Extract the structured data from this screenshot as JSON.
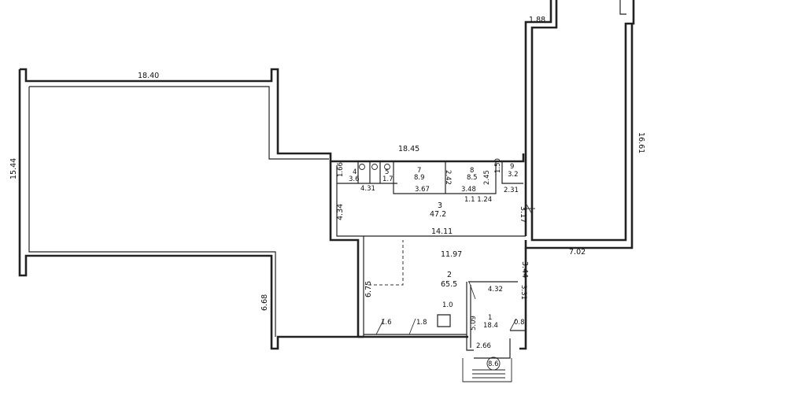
{
  "dimensions": {
    "top_left_wing_width": "18.40",
    "left_wing_height": "15.44",
    "right_wing_top": "1.88",
    "right_wing_height": "16.61",
    "right_wing_bottom": "7.02",
    "corridor_top": "18.45",
    "left_lower_wall": "6.68",
    "hall_width": "14.11",
    "room2_width": "11.97",
    "hall_left": "4.34",
    "room2_left": "6.75",
    "room2_right": "3.44",
    "right_small_1": "3.17",
    "d_1_66": "1.66",
    "d_4_31": "4.31",
    "d_3_67": "3.67",
    "d_3_48": "3.48",
    "d_2_42": "2.42",
    "d_2_45": "2.45",
    "d_1_50": "1.50",
    "d_2_31": "2.31",
    "d_1_1_24": "1.1 1.24",
    "d_4_32": "4.32",
    "d_3_31": "3.31",
    "d_5_09": "5.09",
    "d_2_66": "2.66",
    "d_1_0": "1.0"
  },
  "rooms": {
    "r4": {
      "num": "4",
      "area": "3.6"
    },
    "r5": {
      "num": "5",
      "area": "1.7"
    },
    "r7": {
      "num": "7",
      "area": "8.9"
    },
    "r8": {
      "num": "8",
      "area": "8.5"
    },
    "r9": {
      "num": "9",
      "area": "3.2"
    },
    "r3": {
      "num": "3",
      "area": "47.2"
    },
    "r2": {
      "num": "2",
      "area": "65.5"
    },
    "r1": {
      "num": "1",
      "area": "18.4"
    }
  },
  "fixtures": {
    "f_1_6": "1.6",
    "f_1_8": "1.8",
    "f_0_8": "0.8",
    "stair_tag": "8.6"
  }
}
